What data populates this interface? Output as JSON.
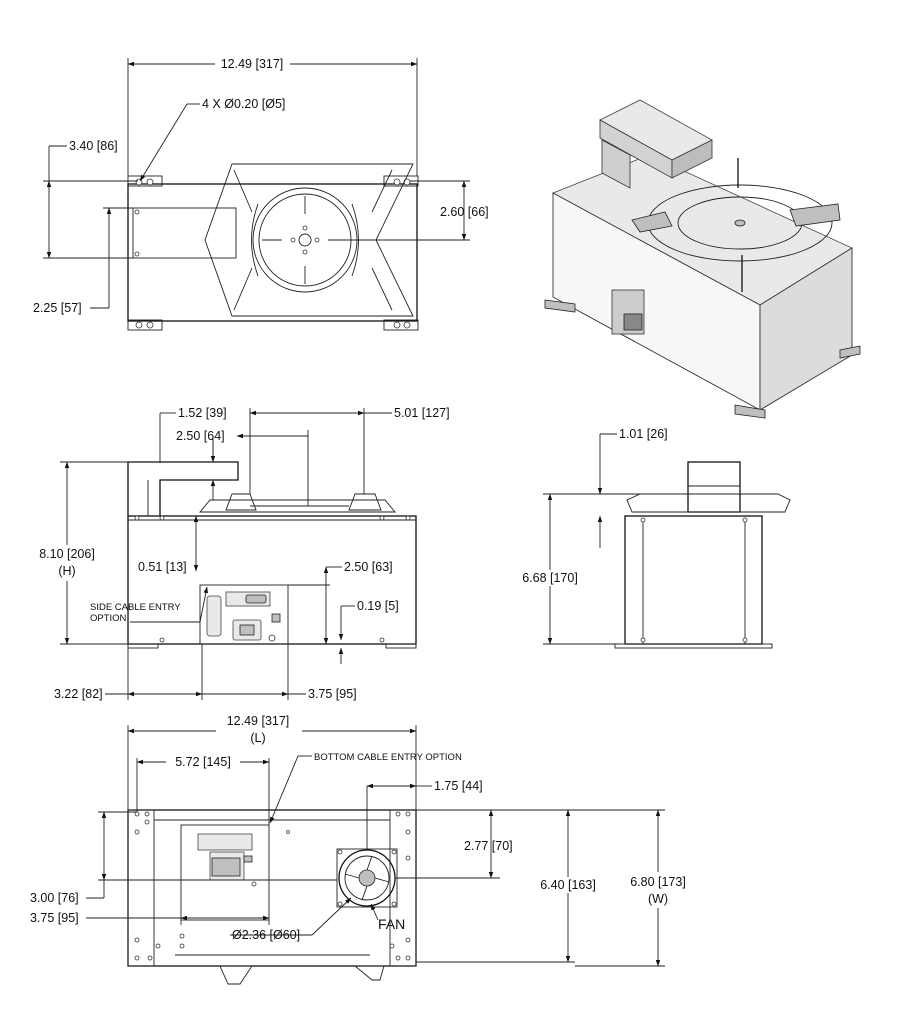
{
  "top_view": {
    "overall_width": "12.49 [317]",
    "holes": "4 X Ø0.20 [Ø5]",
    "hole_offset": "3.40 [86]",
    "center_height": "2.60 [66]",
    "box_height": "2.25 [57]"
  },
  "front_view": {
    "dim_a": "1.52 [39]",
    "dim_b": "2.50 [64]",
    "dim_c": "5.01 [127]",
    "overall_height": "8.10 [206]",
    "height_tag": "(H)",
    "base_offset": "0.51 [13]",
    "panel_height": "2.50 [63]",
    "bottom_offset": "0.19 [5]",
    "side_entry_line1": "SIDE CABLE ENTRY",
    "side_entry_line2": "OPTION",
    "left_offset": "3.22 [82]",
    "panel_width": "3.75 [95]"
  },
  "side_view": {
    "top_offset": "1.01 [26]",
    "height": "6.68 [170]"
  },
  "bottom_view": {
    "overall_length": "12.49 [317]",
    "length_tag": "(L)",
    "plate_width": "5.72 [145]",
    "bottom_entry": "BOTTOM CABLE ENTRY OPTION",
    "fan_offset": "1.75 [44]",
    "fan_center": "2.77 [70]",
    "inner_width": "6.40 [163]",
    "overall_width": "6.80 [173]",
    "width_tag": "(W)",
    "plate_y": "3.00 [76]",
    "plate_x": "3.75 [95]",
    "fan_dia": "Ø2.36 [Ø60]",
    "fan_label": "FAN"
  }
}
